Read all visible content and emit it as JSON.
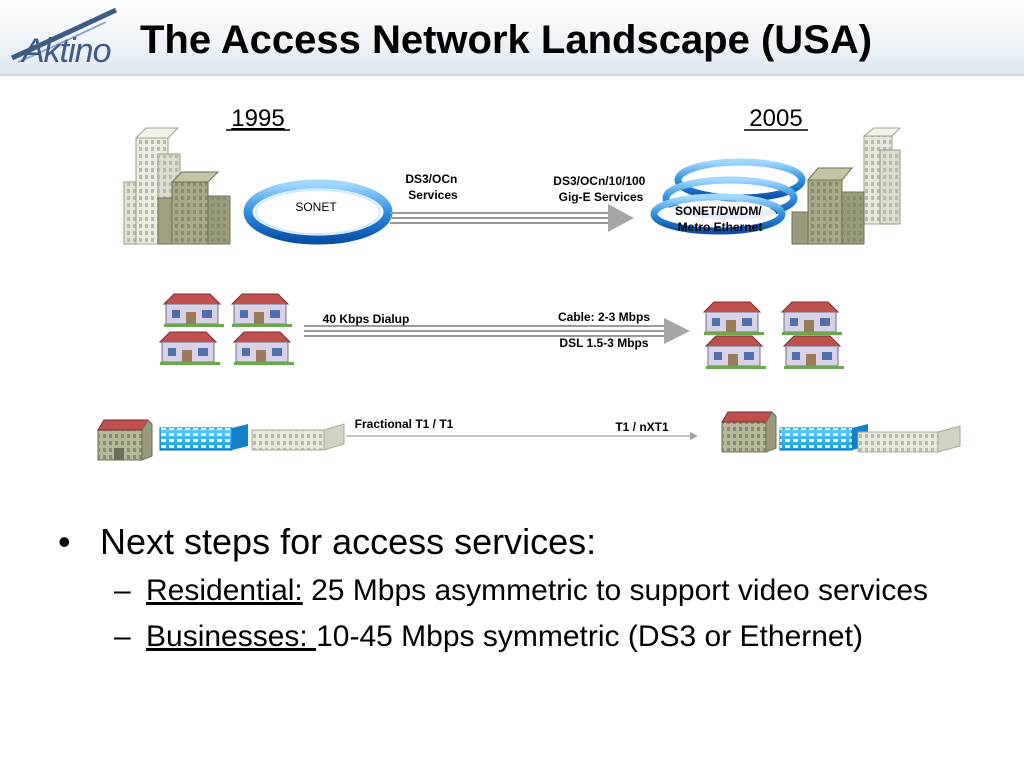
{
  "header": {
    "logo_text": "Aktino",
    "title": "The Access Network Landscape (USA)"
  },
  "diagram": {
    "year_left": "1995",
    "year_right": "2005",
    "row1": {
      "left_ring_label": "SONET",
      "arrow_label_left": "DS3/OCn\nServices",
      "arrow_label_right": "DS3/OCn/10/100\nGig-E Services",
      "right_ring_label": "SONET/DWDM/\nMetro Ethernet"
    },
    "row2": {
      "arrow_label_left": "40 Kbps Dialup",
      "arrow_label_right_top": "Cable: 2-3 Mbps",
      "arrow_label_right_bottom": "DSL 1.5-3 Mbps"
    },
    "row3": {
      "arrow_label_left": "Fractional T1 / T1",
      "arrow_label_right": "T1 / nXT1"
    }
  },
  "bullets": {
    "main": "Next steps for access services:",
    "sub": [
      {
        "label": "Residential:",
        "text": " 25 Mbps asymmetric to support video services"
      },
      {
        "label": "Businesses: ",
        "text": "10-45 Mbps symmetric (DS3 or Ethernet)"
      }
    ]
  }
}
